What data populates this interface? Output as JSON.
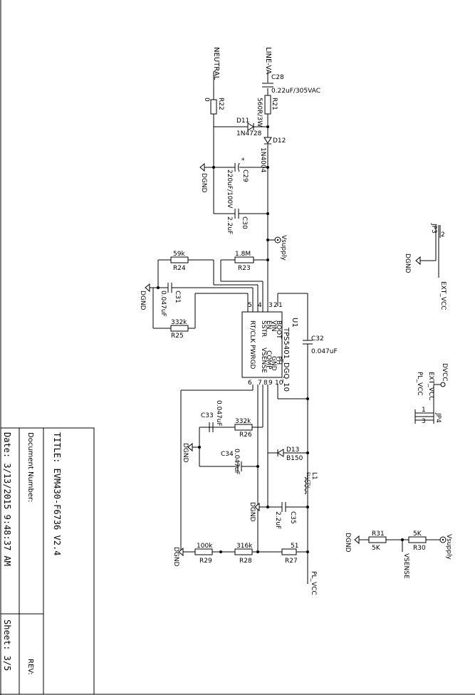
{
  "title_block": {
    "title": "TITLE:  EVM430-F6736 V2.4",
    "doc_number": "Document Number:",
    "rev": "REV:",
    "date": "Date: 3/13/2015 9:48:37 AM",
    "sheet": "Sheet: 3/5"
  },
  "nets": {
    "neutral": "NEUTRAL",
    "line": "LINE-VA",
    "vsupply": "Vsupply",
    "vsupply2": "Vsupply",
    "dgnd": "DGND",
    "ext_vcc": "EXT_VCC",
    "ext_vcc2": "EXT_VCC",
    "pl_vcc": "PL_VCC",
    "pl_vcc2": "PL_VCC",
    "dvcc": "DVCC",
    "vsense": "VSENSE"
  },
  "components": {
    "c28": {
      "ref": "C28",
      "value": "0.22uF/305VAC"
    },
    "r21": {
      "ref": "R21",
      "value": "560R/3W"
    },
    "r22": {
      "ref": "R22",
      "value": "0"
    },
    "d11": {
      "ref": "D11",
      "value": "1N4728"
    },
    "d12": {
      "ref": "D12",
      "value": "1N4004"
    },
    "c29": {
      "ref": "C29",
      "value": "220uF/100V"
    },
    "c30": {
      "ref": "C30",
      "value": "2.2uF"
    },
    "r23": {
      "ref": "R23",
      "value": "1.8M"
    },
    "r24": {
      "ref": "R24",
      "value": "59k"
    },
    "c31": {
      "ref": "C31",
      "value": "0.047uF"
    },
    "r25": {
      "ref": "R25",
      "value": "332k"
    },
    "c32": {
      "ref": "C32",
      "value": "0.047uF"
    },
    "c33": {
      "ref": "C33",
      "value": "0.047uF"
    },
    "r26": {
      "ref": "R26",
      "value": "332k"
    },
    "c34": {
      "ref": "C34",
      "value": "0.047uF"
    },
    "d13": {
      "ref": "D13",
      "value": "B150"
    },
    "l1": {
      "ref": "L1",
      "value": "ELLCTV"
    },
    "c35": {
      "ref": "C35",
      "value": "2.2uF"
    },
    "r27": {
      "ref": "R27",
      "value": "51"
    },
    "r28": {
      "ref": "R28",
      "value": "316k"
    },
    "r29": {
      "ref": "R29",
      "value": "100k"
    },
    "r30": {
      "ref": "R30",
      "value": "5K",
      "value2": "5K"
    },
    "r31": {
      "ref": "R31",
      "value": "5K",
      "value2": "5K"
    },
    "jp3": {
      "ref": "JP3"
    },
    "jp4": {
      "ref": "JP4"
    }
  },
  "ic": {
    "ref": "U1",
    "part": "TPS5401_DGQ_10",
    "pins_left": [
      "BOOT",
      "VIN",
      "EN",
      "SSTR",
      "RT/CLK"
    ],
    "pins_right": [
      "PH",
      "GND",
      "COMP",
      "VSENSE",
      "PWRGD"
    ],
    "pin_nums_top": [
      "1",
      "2",
      "3",
      "4",
      "5"
    ],
    "pin_nums_bottom": [
      "10",
      "9",
      "8",
      "7",
      "6"
    ]
  }
}
